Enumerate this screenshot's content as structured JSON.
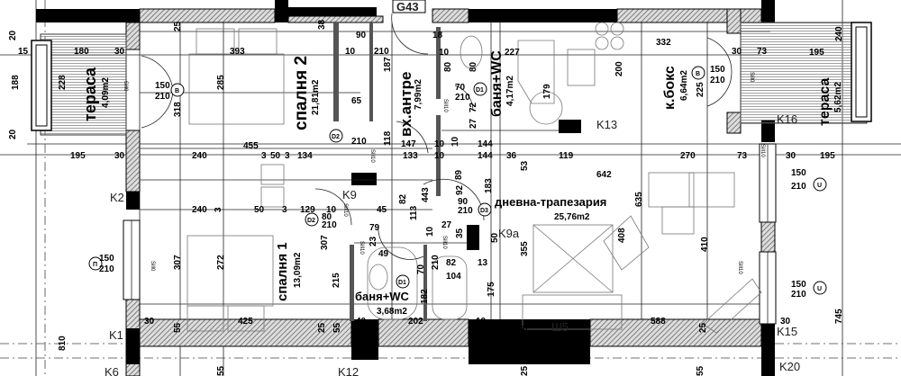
{
  "plan": {
    "rooms": [
      {
        "name": "спалня 2",
        "area": "21,81m2"
      },
      {
        "name": "вх.антре",
        "area": "7,99m2"
      },
      {
        "name": "баня+WC",
        "area": "4,17m2"
      },
      {
        "name": "к.бокс",
        "area": "6,64m2"
      },
      {
        "name": "тераса",
        "area": "4,09m2"
      },
      {
        "name": "тераса",
        "area": "5,62m2"
      },
      {
        "name": "дневна-трапезария",
        "area": "25,76m2"
      },
      {
        "name": "спалня 1",
        "area": "13,09m2"
      },
      {
        "name": "баня+WC",
        "area": "3,68m2"
      }
    ],
    "column_tags": [
      "G43",
      "K13",
      "K16",
      "K2",
      "K9",
      "K9a",
      "K1",
      "K15",
      "K6",
      "K20",
      "K12",
      "Ш5"
    ],
    "door_tags": [
      "B",
      "B",
      "D1",
      "D2",
      "D2",
      "D3",
      "D1",
      "П",
      "U",
      "U"
    ],
    "dimensions": [
      "180",
      "30",
      "15",
      "188",
      "228",
      "20",
      "20",
      "195",
      "30",
      "393",
      "285",
      "318",
      "150",
      "210",
      "455",
      "240",
      "3",
      "50",
      "3",
      "134",
      "90",
      "10",
      "210",
      "65",
      "187",
      "38",
      "25",
      "18",
      "80",
      "210",
      "118",
      "147",
      "133",
      "10",
      "10",
      "227",
      "179",
      "10",
      "80",
      "70",
      "210",
      "72",
      "27",
      "10",
      "144",
      "144",
      "36",
      "119",
      "53",
      "332",
      "200",
      "150",
      "210",
      "225",
      "30",
      "73",
      "195",
      "240",
      "270",
      "73",
      "30",
      "195",
      "642",
      "183",
      "89",
      "443",
      "240",
      "3",
      "50",
      "3",
      "129",
      "10",
      "82",
      "45",
      "113",
      "80",
      "210",
      "79",
      "23",
      "27",
      "10",
      "307",
      "272",
      "150",
      "210",
      "307",
      "215",
      "425",
      "30",
      "55",
      "25",
      "55",
      "40",
      "49",
      "70",
      "210",
      "182",
      "202",
      "810",
      "82",
      "104",
      "13",
      "10",
      "355",
      "175",
      "50",
      "35",
      "92",
      "90",
      "210",
      "408",
      "635",
      "410",
      "588",
      "25",
      "25",
      "30",
      "745",
      "150",
      "210",
      "150",
      "210",
      "55",
      "25",
      "55"
    ],
    "sill_labels": [
      "Sill0",
      "Sill10",
      "Sill10",
      "Sill0",
      "Sill10",
      "Sill0",
      "Sill10",
      "Sill10",
      "Sill10",
      "Sill10"
    ],
    "colors": {
      "wall": "#000000",
      "hatch": "#555555",
      "background": "#ffffff"
    }
  }
}
